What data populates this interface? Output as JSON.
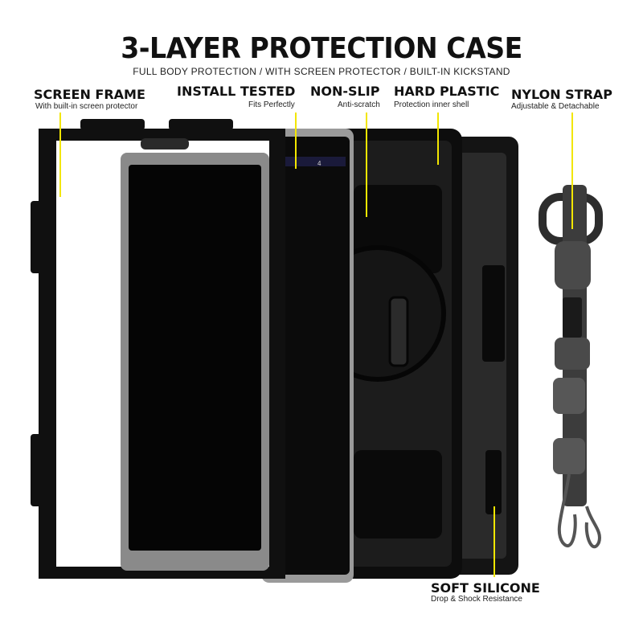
{
  "title": "3-LAYER PROTECTION CASE",
  "subtitle": "FULL BODY PROTECTION / WITH SCREEN PROTECTOR / BUILT-IN KICKSTAND",
  "features": [
    {
      "label": "SCREEN FRAME",
      "sub": "With built-in screen protector"
    },
    {
      "label": "INSTALL TESTED",
      "sub": "Fits Perfectly"
    },
    {
      "label": "NON-SLIP",
      "sub": "Anti-scratch"
    },
    {
      "label": "HARD PLASTIC",
      "sub": "Protection inner shell"
    },
    {
      "label": "NYLON STRAP",
      "sub": "Adjustable & Detachable"
    },
    {
      "label": "SOFT SILICONE",
      "sub": "Drop & Shock Resistance"
    }
  ],
  "colors": {
    "case": "#111111",
    "pointer": "#f2e600",
    "tablet_frame": "#9a9a9a",
    "strap": "#3a3a3a"
  },
  "status_bar_text": "4"
}
